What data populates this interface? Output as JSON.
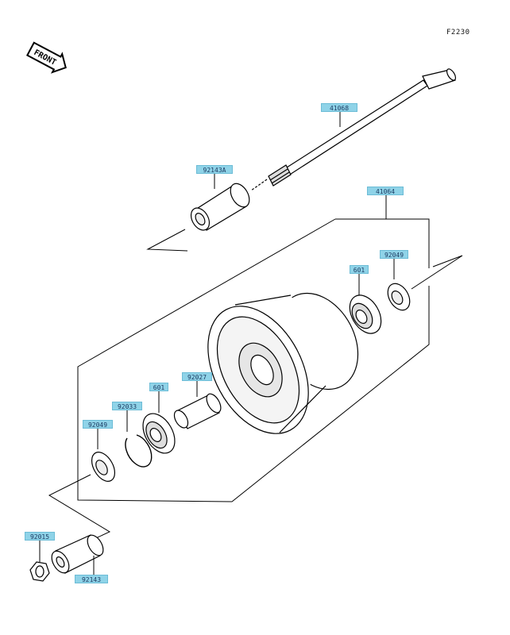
{
  "figure_id": "F2230",
  "front_badge": "FRONT",
  "parts": [
    {
      "id": "axle",
      "label": "41068"
    },
    {
      "id": "axle-collar-upper",
      "label": "92143A"
    },
    {
      "id": "hub-assembly",
      "label": "41064"
    },
    {
      "id": "seal-right",
      "label": "92049"
    },
    {
      "id": "bearing-right",
      "label": "601"
    },
    {
      "id": "distance-collar",
      "label": "92027"
    },
    {
      "id": "bearing-left",
      "label": "601"
    },
    {
      "id": "circlip",
      "label": "92033"
    },
    {
      "id": "seal-left",
      "label": "92049"
    },
    {
      "id": "axle-nut",
      "label": "92015"
    },
    {
      "id": "axle-collar-lower",
      "label": "92143"
    }
  ],
  "colors": {
    "callout_fill": "#8fd3e8",
    "callout_text": "#1c3c63",
    "line": "#000000"
  }
}
